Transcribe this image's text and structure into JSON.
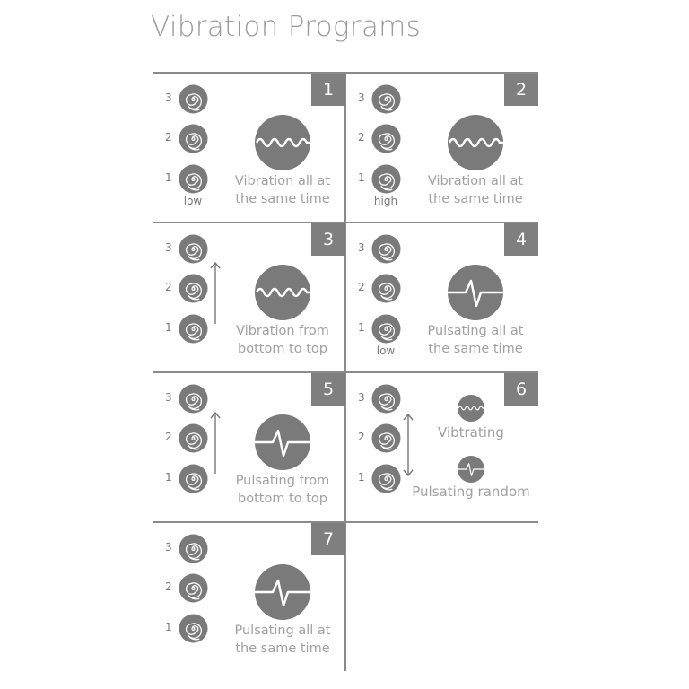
{
  "title": "Vibration Programs",
  "colors": {
    "icon": "#7a7a7a",
    "line": "#8a8a8a",
    "text": "#a0a0a0"
  },
  "programs": [
    {
      "number": "1",
      "levels": [
        "3",
        "2",
        "1"
      ],
      "intensity": "low",
      "icon": "wave",
      "description": [
        "Vibration all at",
        "the same time"
      ],
      "arrow": "none"
    },
    {
      "number": "2",
      "levels": [
        "3",
        "2",
        "1"
      ],
      "intensity": "high",
      "icon": "wave",
      "description": [
        "Vibration all at",
        "the same time"
      ],
      "arrow": "none"
    },
    {
      "number": "3",
      "levels": [
        "3",
        "2",
        "1"
      ],
      "intensity": null,
      "icon": "wave",
      "description": [
        "Vibration from",
        "bottom to top"
      ],
      "arrow": "up"
    },
    {
      "number": "4",
      "levels": [
        "3",
        "2",
        "1"
      ],
      "intensity": "low",
      "icon": "pulse",
      "description": [
        "Pulsating all at",
        "the same time"
      ],
      "arrow": "none"
    },
    {
      "number": "5",
      "levels": [
        "3",
        "2",
        "1"
      ],
      "intensity": null,
      "icon": "pulse",
      "description": [
        "Pulsating from",
        "bottom to top"
      ],
      "arrow": "up"
    },
    {
      "number": "6",
      "levels": [
        "3",
        "2",
        "1"
      ],
      "intensity": null,
      "icon": "mixed",
      "modes": [
        "Vibtrating",
        "Pulsating random"
      ],
      "arrow": "both"
    },
    {
      "number": "7",
      "levels": [
        "3",
        "2",
        "1"
      ],
      "intensity": null,
      "icon": "pulse",
      "description": [
        "Pulsating all at",
        "the same time"
      ],
      "arrow": "none"
    }
  ]
}
